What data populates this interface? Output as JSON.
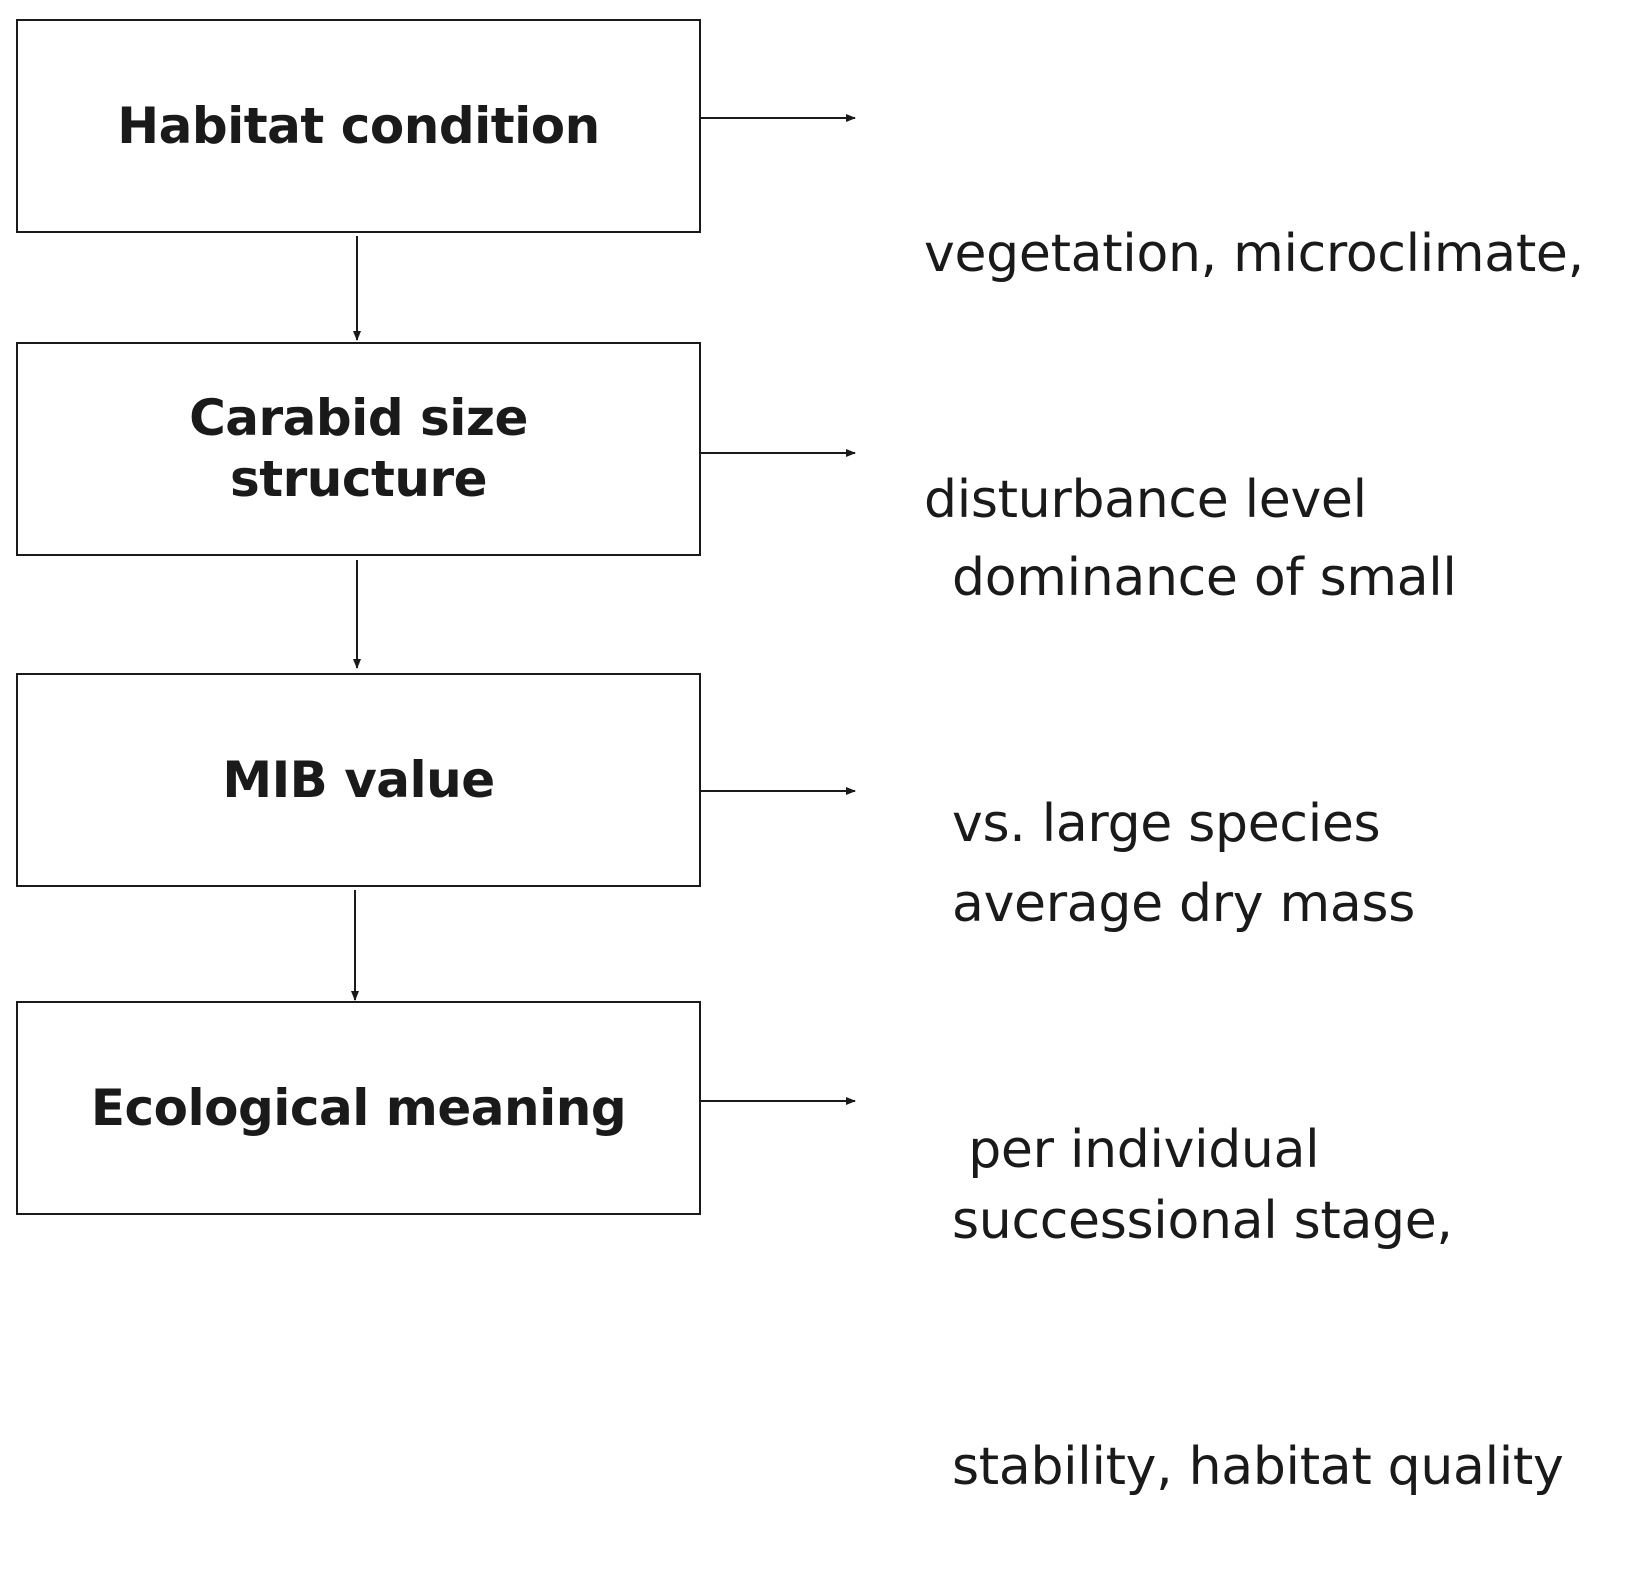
{
  "colors": {
    "stroke": "#1a1a1a",
    "background": "#ffffff"
  },
  "steps": [
    {
      "label": "Habitat condition",
      "note_lines": [
        "vegetation, microclimate,",
        "disturbance level"
      ]
    },
    {
      "label": "Carabid size\nstructure",
      "note_lines": [
        "dominance of small",
        "vs. large species"
      ]
    },
    {
      "label": "MIB value",
      "note_lines": [
        "average dry mass",
        " per individual"
      ]
    },
    {
      "label": "Ecological meaning",
      "note_lines": [
        "successional stage,",
        "stability, habitat quality"
      ]
    }
  ]
}
